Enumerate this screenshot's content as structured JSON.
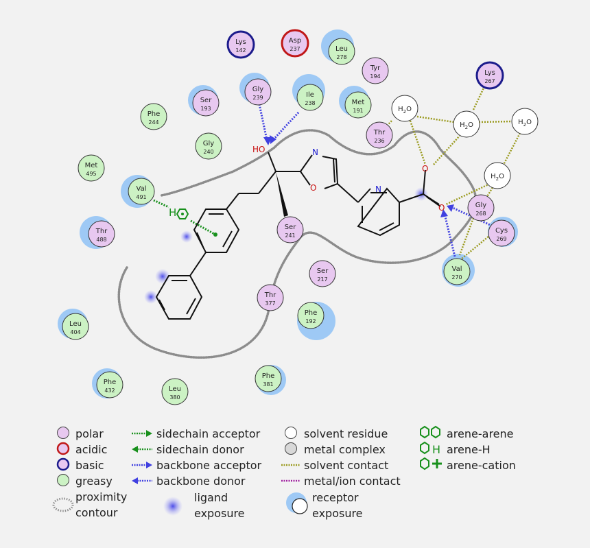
{
  "colors": {
    "polar": "#e8c8f0",
    "greasy": "#ccf2c4",
    "acidic_ring": "#c01818",
    "basic_ring": "#1c1c8c",
    "water": "#ffffff",
    "exposure_blue": "#9ec9f5",
    "ligand_exposure": "#3a3ae8",
    "solvent_contact": "#9a9a1e",
    "backbone_arrow": "#4040e0",
    "sidechain_green": "#18901c",
    "proximity": "#8c8c8c"
  },
  "residues": [
    {
      "id": "lys142",
      "name": "Lys",
      "num": "142",
      "type": "basic"
    },
    {
      "id": "asp237",
      "name": "Asp",
      "num": "237",
      "type": "acidic"
    },
    {
      "id": "leu278",
      "name": "Leu",
      "num": "278",
      "type": "greasy",
      "exposure": true
    },
    {
      "id": "tyr194",
      "name": "Tyr",
      "num": "194",
      "type": "polar"
    },
    {
      "id": "lys267",
      "name": "Lys",
      "num": "267",
      "type": "basic"
    },
    {
      "id": "ser193",
      "name": "Ser",
      "num": "193",
      "type": "polar",
      "exposure": true
    },
    {
      "id": "gly239",
      "name": "Gly",
      "num": "239",
      "type": "polar",
      "exposure": true
    },
    {
      "id": "ile238",
      "name": "Ile",
      "num": "238",
      "type": "greasy",
      "exposure": true
    },
    {
      "id": "met191",
      "name": "Met",
      "num": "191",
      "type": "greasy",
      "exposure": true
    },
    {
      "id": "phe244",
      "name": "Phe",
      "num": "244",
      "type": "greasy"
    },
    {
      "id": "thr236",
      "name": "Thr",
      "num": "236",
      "type": "polar"
    },
    {
      "id": "gly240",
      "name": "Gly",
      "num": "240",
      "type": "greasy"
    },
    {
      "id": "met495",
      "name": "Met",
      "num": "495",
      "type": "greasy"
    },
    {
      "id": "val491",
      "name": "Val",
      "num": "491",
      "type": "greasy",
      "exposure": true
    },
    {
      "id": "thr488",
      "name": "Thr",
      "num": "488",
      "type": "polar",
      "exposure": true
    },
    {
      "id": "ser241",
      "name": "Ser",
      "num": "241",
      "type": "polar"
    },
    {
      "id": "gly268",
      "name": "Gly",
      "num": "268",
      "type": "polar"
    },
    {
      "id": "cys269",
      "name": "Cys",
      "num": "269",
      "type": "polar",
      "exposure": true
    },
    {
      "id": "val270",
      "name": "Val",
      "num": "270",
      "type": "greasy",
      "exposure": true
    },
    {
      "id": "ser217",
      "name": "Ser",
      "num": "217",
      "type": "polar"
    },
    {
      "id": "thr377",
      "name": "Thr",
      "num": "377",
      "type": "polar"
    },
    {
      "id": "phe192",
      "name": "Phe",
      "num": "192",
      "type": "greasy",
      "exposure": true
    },
    {
      "id": "leu404",
      "name": "Leu",
      "num": "404",
      "type": "greasy",
      "exposure": true
    },
    {
      "id": "phe432",
      "name": "Phe",
      "num": "432",
      "type": "greasy",
      "exposure": true
    },
    {
      "id": "leu380",
      "name": "Leu",
      "num": "380",
      "type": "greasy"
    },
    {
      "id": "phe381",
      "name": "Phe",
      "num": "381",
      "type": "greasy",
      "exposure": true
    }
  ],
  "waters": [
    {
      "id": "w1",
      "label": "H2O"
    },
    {
      "id": "w2",
      "label": "H2O"
    },
    {
      "id": "w3",
      "label": "H2O"
    },
    {
      "id": "w4",
      "label": "H2O"
    }
  ],
  "atoms": {
    "hydroxyl": "HO",
    "oxazole_n": "N",
    "oxazole_o": "O",
    "pyridine_n": "N",
    "carbonyl_o": "O",
    "carboxyl_o": "O",
    "arene_h": "H"
  },
  "legend": {
    "polar": "polar",
    "acidic": "acidic",
    "basic": "basic",
    "greasy": "greasy",
    "proximity_1": "proximity",
    "proximity_2": "contour",
    "sidechain_acceptor": "sidechain acceptor",
    "sidechain_donor": "sidechain donor",
    "backbone_acceptor": "backbone acceptor",
    "backbone_donor": "backbone donor",
    "ligand_exposure_1": "ligand",
    "ligand_exposure_2": "exposure",
    "solvent_residue": "solvent residue",
    "metal_complex": "metal complex",
    "solvent_contact": "solvent contact",
    "metal_ion_contact": "metal/ion contact",
    "receptor_exposure_1": "receptor",
    "receptor_exposure_2": "exposure",
    "arene_arene": "arene-arene",
    "arene_h": "arene-H",
    "arene_cation": "arene-cation"
  }
}
